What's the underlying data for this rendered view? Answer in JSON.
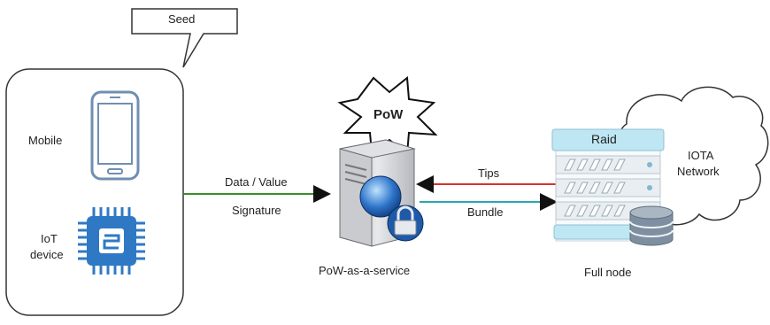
{
  "seed_label": "Seed",
  "devices": {
    "mobile_label": "Mobile",
    "iot_label_line1": "IoT",
    "iot_label_line2": "device"
  },
  "link_device_to_pow": {
    "top_label": "Data / Value",
    "bottom_label": "Signature"
  },
  "pow_badge": "PoW",
  "pow_service_label": "PoW-as-a-service",
  "link_node_to_pow": {
    "top_label": "Tips",
    "bottom_label": "Bundle"
  },
  "full_node": {
    "raid_label": "Raid",
    "label": "Full node"
  },
  "network": {
    "line1": "IOTA",
    "line2": "Network"
  },
  "colors": {
    "data_line": "#3a8f2a",
    "tips_line": "#d8322c",
    "bundle_line": "#2aa6b2",
    "rack_blue": "#bfe7f3",
    "iot_chip": "#2f79c4"
  }
}
